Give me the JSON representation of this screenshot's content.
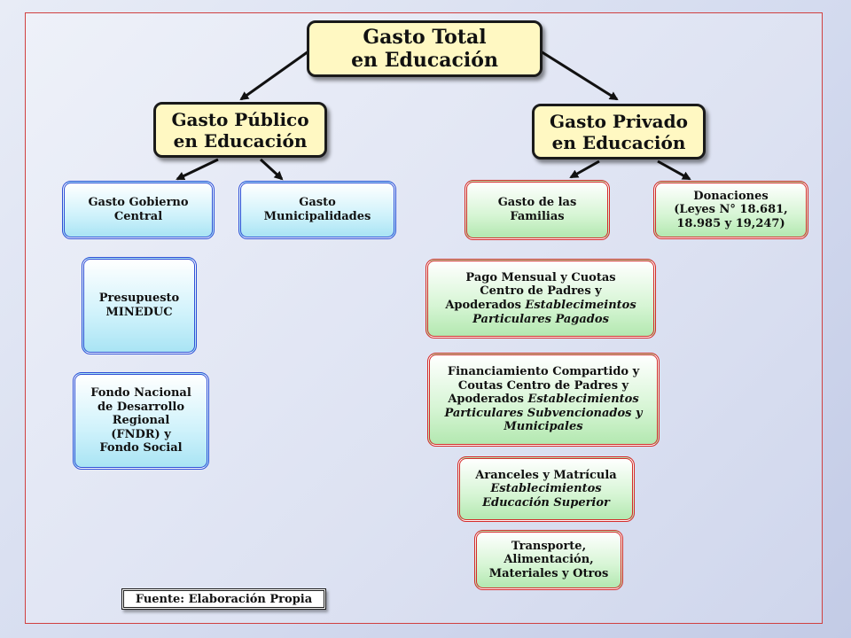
{
  "root": {
    "line1": "Gasto Total",
    "line2": "en Educación"
  },
  "public": {
    "line1": "Gasto Público",
    "line2": "en Educación"
  },
  "private": {
    "line1": "Gasto Privado",
    "line2": "en Educación"
  },
  "gobierno_central": {
    "line1": "Gasto Gobierno",
    "line2": "Central"
  },
  "municipalidades": {
    "line1": "Gasto",
    "line2": "Municipalidades"
  },
  "familias": {
    "line1": "Gasto de las",
    "line2": "Familias"
  },
  "donaciones": {
    "line1": "Donaciones",
    "line2": "(Leyes N° 18.681,",
    "line3": "18.985 y 19,247)"
  },
  "presupuesto": {
    "line1": "Presupuesto",
    "line2": "MINEDUC"
  },
  "fondo": {
    "line1": "Fondo Nacional",
    "line2": "de Desarrollo",
    "line3": "Regional",
    "line4": "(FNDR) y",
    "line5": "Fondo Social"
  },
  "pago_mensual": {
    "line1": "Pago Mensual y Cuotas",
    "line2": "Centro de Padres y",
    "line3a": "Apoderados ",
    "line3b": "Establecimeintos",
    "line4": "Particulares Pagados"
  },
  "financiamiento": {
    "line1": "Financiamiento Compartido y",
    "line2": "Coutas Centro de Padres y",
    "line3a": "Apoderados ",
    "line3b": "Establecimientos",
    "line4": "Particulares Subvencionados y",
    "line5": "Municipales"
  },
  "aranceles": {
    "line1": "Aranceles y Matrícula",
    "line2": "Establecimientos",
    "line3": "Educación Superior"
  },
  "transporte": {
    "line1": "Transporte,",
    "line2": "Alimentación,",
    "line3": "Materiales y Otros"
  },
  "source": {
    "text": "Fuente: Elaboración Propia"
  }
}
